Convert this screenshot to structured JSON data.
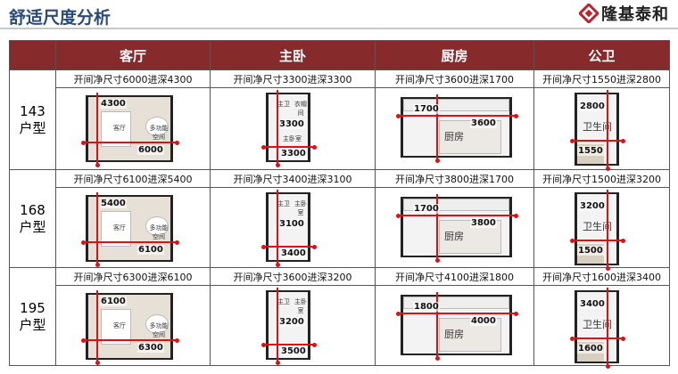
{
  "header": {
    "title": "舒适尺度分析",
    "logo_text": "隆基泰和",
    "brand_color": "#862a2c",
    "logo_mark_color": "#c0202a"
  },
  "table": {
    "columns": [
      "",
      "客厅",
      "主卧",
      "厨房",
      "公卫"
    ],
    "rows": [
      {
        "type_number": "143",
        "type_label": "户型",
        "dims": [
          "开间净尺寸6000进深4300",
          "开间净尺寸3300进深3300",
          "开间净尺寸3600进深1700",
          "开间净尺寸1550进深2800"
        ],
        "plans": [
          {
            "depth": "4300",
            "width": "6000",
            "rooms": [
              "客厅",
              "多功能空间"
            ]
          },
          {
            "depth": "3300",
            "width": "3300",
            "rooms": [
              "主卫",
              "衣帽间",
              "主卧室"
            ]
          },
          {
            "depth": "1700",
            "width": "3600",
            "rooms": [
              "厨房"
            ]
          },
          {
            "depth": "2800",
            "width": "1550",
            "rooms": [
              "卫生间"
            ]
          }
        ]
      },
      {
        "type_number": "168",
        "type_label": "户型",
        "dims": [
          "开间净尺寸6100进深5400",
          "开间净尺寸3400进深3100",
          "开间净尺寸3800进深1700",
          "开间净尺寸1500进深3200"
        ],
        "plans": [
          {
            "depth": "5400",
            "width": "6100",
            "rooms": [
              "客厅",
              "多功能空间"
            ]
          },
          {
            "depth": "3100",
            "width": "3400",
            "rooms": [
              "主卫",
              "主卧室"
            ]
          },
          {
            "depth": "1700",
            "width": "3800",
            "rooms": [
              "厨房"
            ]
          },
          {
            "depth": "3200",
            "width": "1500",
            "rooms": [
              "卫生间"
            ]
          }
        ]
      },
      {
        "type_number": "195",
        "type_label": "户型",
        "dims": [
          "开间净尺寸6300进深6100",
          "开间净尺寸3600进深3200",
          "开间净尺寸4100进深1800",
          "开间净尺寸1600进深3400"
        ],
        "plans": [
          {
            "depth": "6100",
            "width": "6300",
            "rooms": [
              "客厅",
              "多功能空间"
            ]
          },
          {
            "depth": "3200",
            "width": "3500",
            "rooms": [
              "主卫",
              "主卧室"
            ]
          },
          {
            "depth": "1800",
            "width": "4000",
            "rooms": [
              "厨房"
            ]
          },
          {
            "depth": "3400",
            "width": "1600",
            "rooms": [
              "卫生间"
            ]
          }
        ]
      }
    ]
  },
  "dimension_line_color": "#e01010"
}
